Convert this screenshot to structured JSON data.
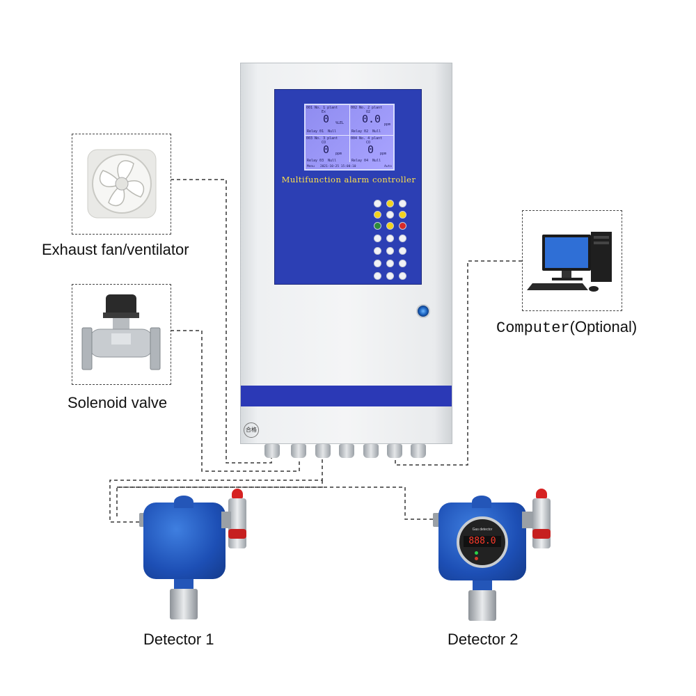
{
  "labels": {
    "fan": "Exhaust fan/ventilator",
    "valve": "Solenoid valve",
    "computer_main": "Computer",
    "computer_optional": "(Optional)",
    "detector1": "Detector 1",
    "detector2": "Detector 2"
  },
  "controller": {
    "title": "Multifunction alarm controller",
    "lcd": {
      "cells": [
        {
          "head": "001 No. 1 plant",
          "gas": "Ex",
          "value": "0",
          "unit": "%LEL",
          "relay": "Relay 01",
          "status": "Null"
        },
        {
          "head": "002 No. 2 plant",
          "gas": "O2",
          "value": "0.0",
          "unit": "ppm",
          "relay": "Relay 02",
          "status": "Null"
        },
        {
          "head": "003 No. 3 plant",
          "gas": "CO",
          "value": "0",
          "unit": "ppm",
          "relay": "Relay 03",
          "status": "Null"
        },
        {
          "head": "004 No. 4 plant",
          "gas": "CO",
          "value": "0",
          "unit": "ppm",
          "relay": "Relay 04",
          "status": "Null"
        }
      ],
      "footer_left": "Menu",
      "footer_date": "2021-10-25 15:00:10",
      "footer_right": "Auto"
    },
    "stamp": "合格"
  },
  "detector2_display": {
    "brand": "Gas detector",
    "reading": "888.0"
  },
  "colors": {
    "panel_blue": "#2c3fb4",
    "title_yellow": "#ffe14a",
    "detector_blue": "#1d4fb5"
  }
}
